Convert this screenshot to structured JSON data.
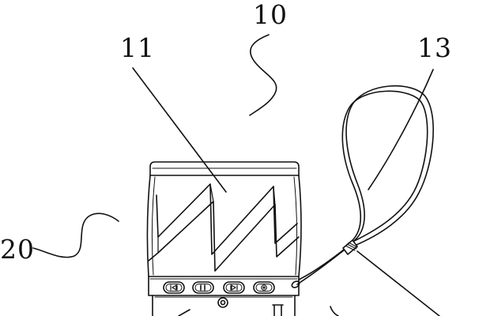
{
  "labels": {
    "device": "10",
    "front_panel": "11",
    "lanyard": "13",
    "base": "20"
  },
  "control_buttons": [
    {
      "name": "previous-track",
      "glyph": "⏮"
    },
    {
      "name": "play-pause",
      "glyph": "Ⅱ"
    },
    {
      "name": "next-track",
      "glyph": "⏭"
    },
    {
      "name": "power",
      "glyph": "⏻"
    }
  ],
  "colors": {
    "line": "#111111",
    "background": "#ffffff"
  }
}
